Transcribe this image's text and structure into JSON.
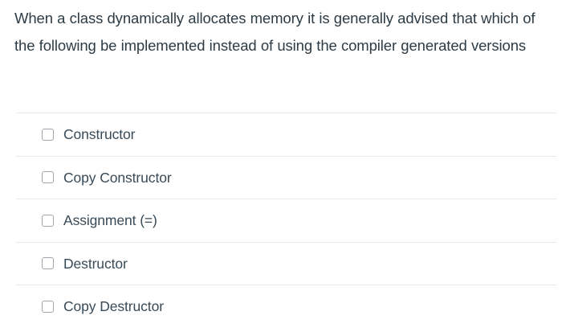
{
  "question": {
    "prompt": "When a class dynamically allocates memory it is generally advised that which of the following be implemented instead of using the compiler generated versions"
  },
  "answers": {
    "input_type": "checkbox",
    "options": [
      {
        "label": "Constructor",
        "checked": false
      },
      {
        "label": "Copy Constructor",
        "checked": false
      },
      {
        "label": "Assignment (=)",
        "checked": false
      },
      {
        "label": "Destructor",
        "checked": false
      },
      {
        "label": "Copy Destructor",
        "checked": false
      }
    ]
  },
  "colors": {
    "question_text": "#2d3b45",
    "answer_text": "#394b58",
    "divider": "#e7e9ea",
    "checkbox_border": "#9fa6ad",
    "background": "#ffffff"
  }
}
